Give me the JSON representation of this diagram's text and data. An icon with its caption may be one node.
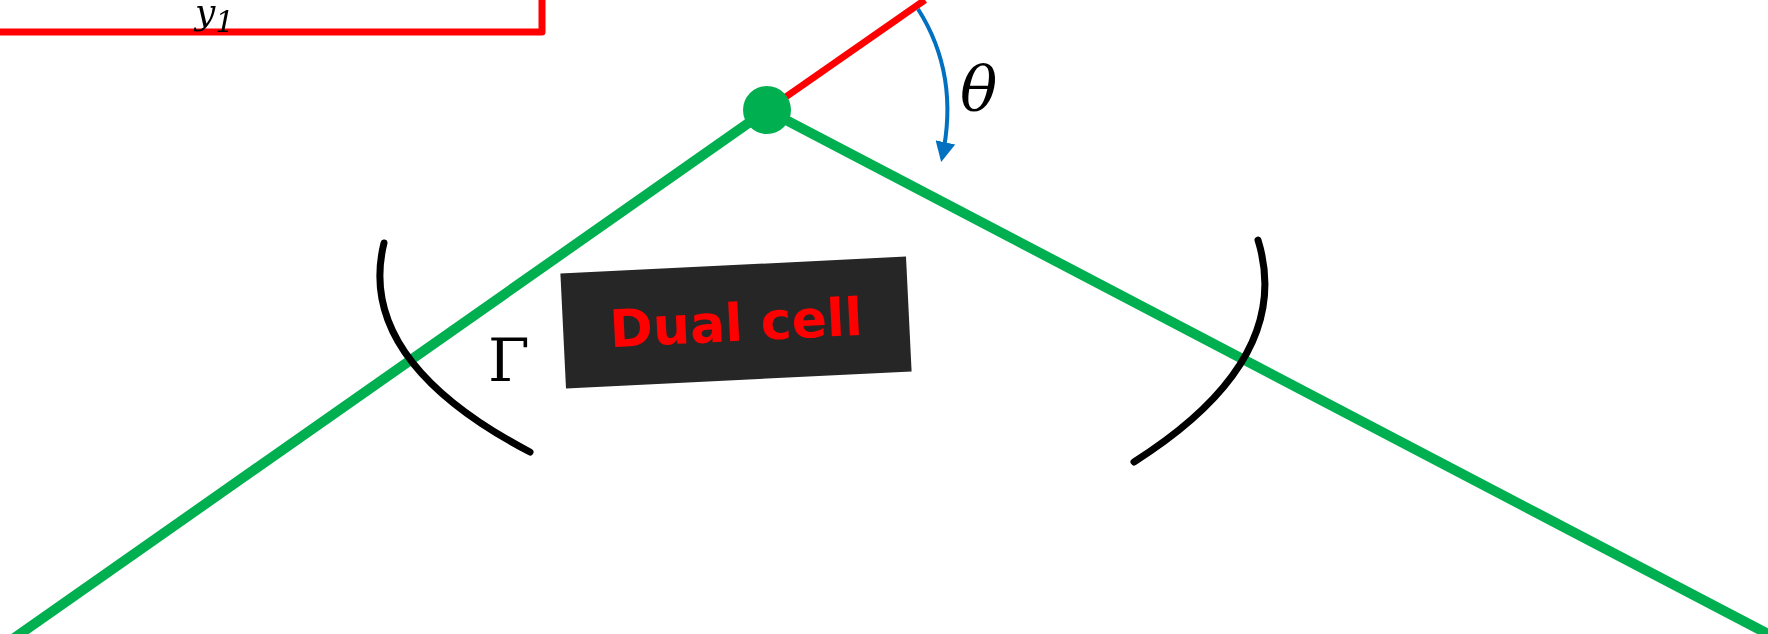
{
  "diagram": {
    "nodes": [
      {
        "text": [
          "Dual cell"
        ]
      }
    ],
    "labels": [
      "y$_{1}$",
      "θ",
      "Γ"
    ]
  }
}
